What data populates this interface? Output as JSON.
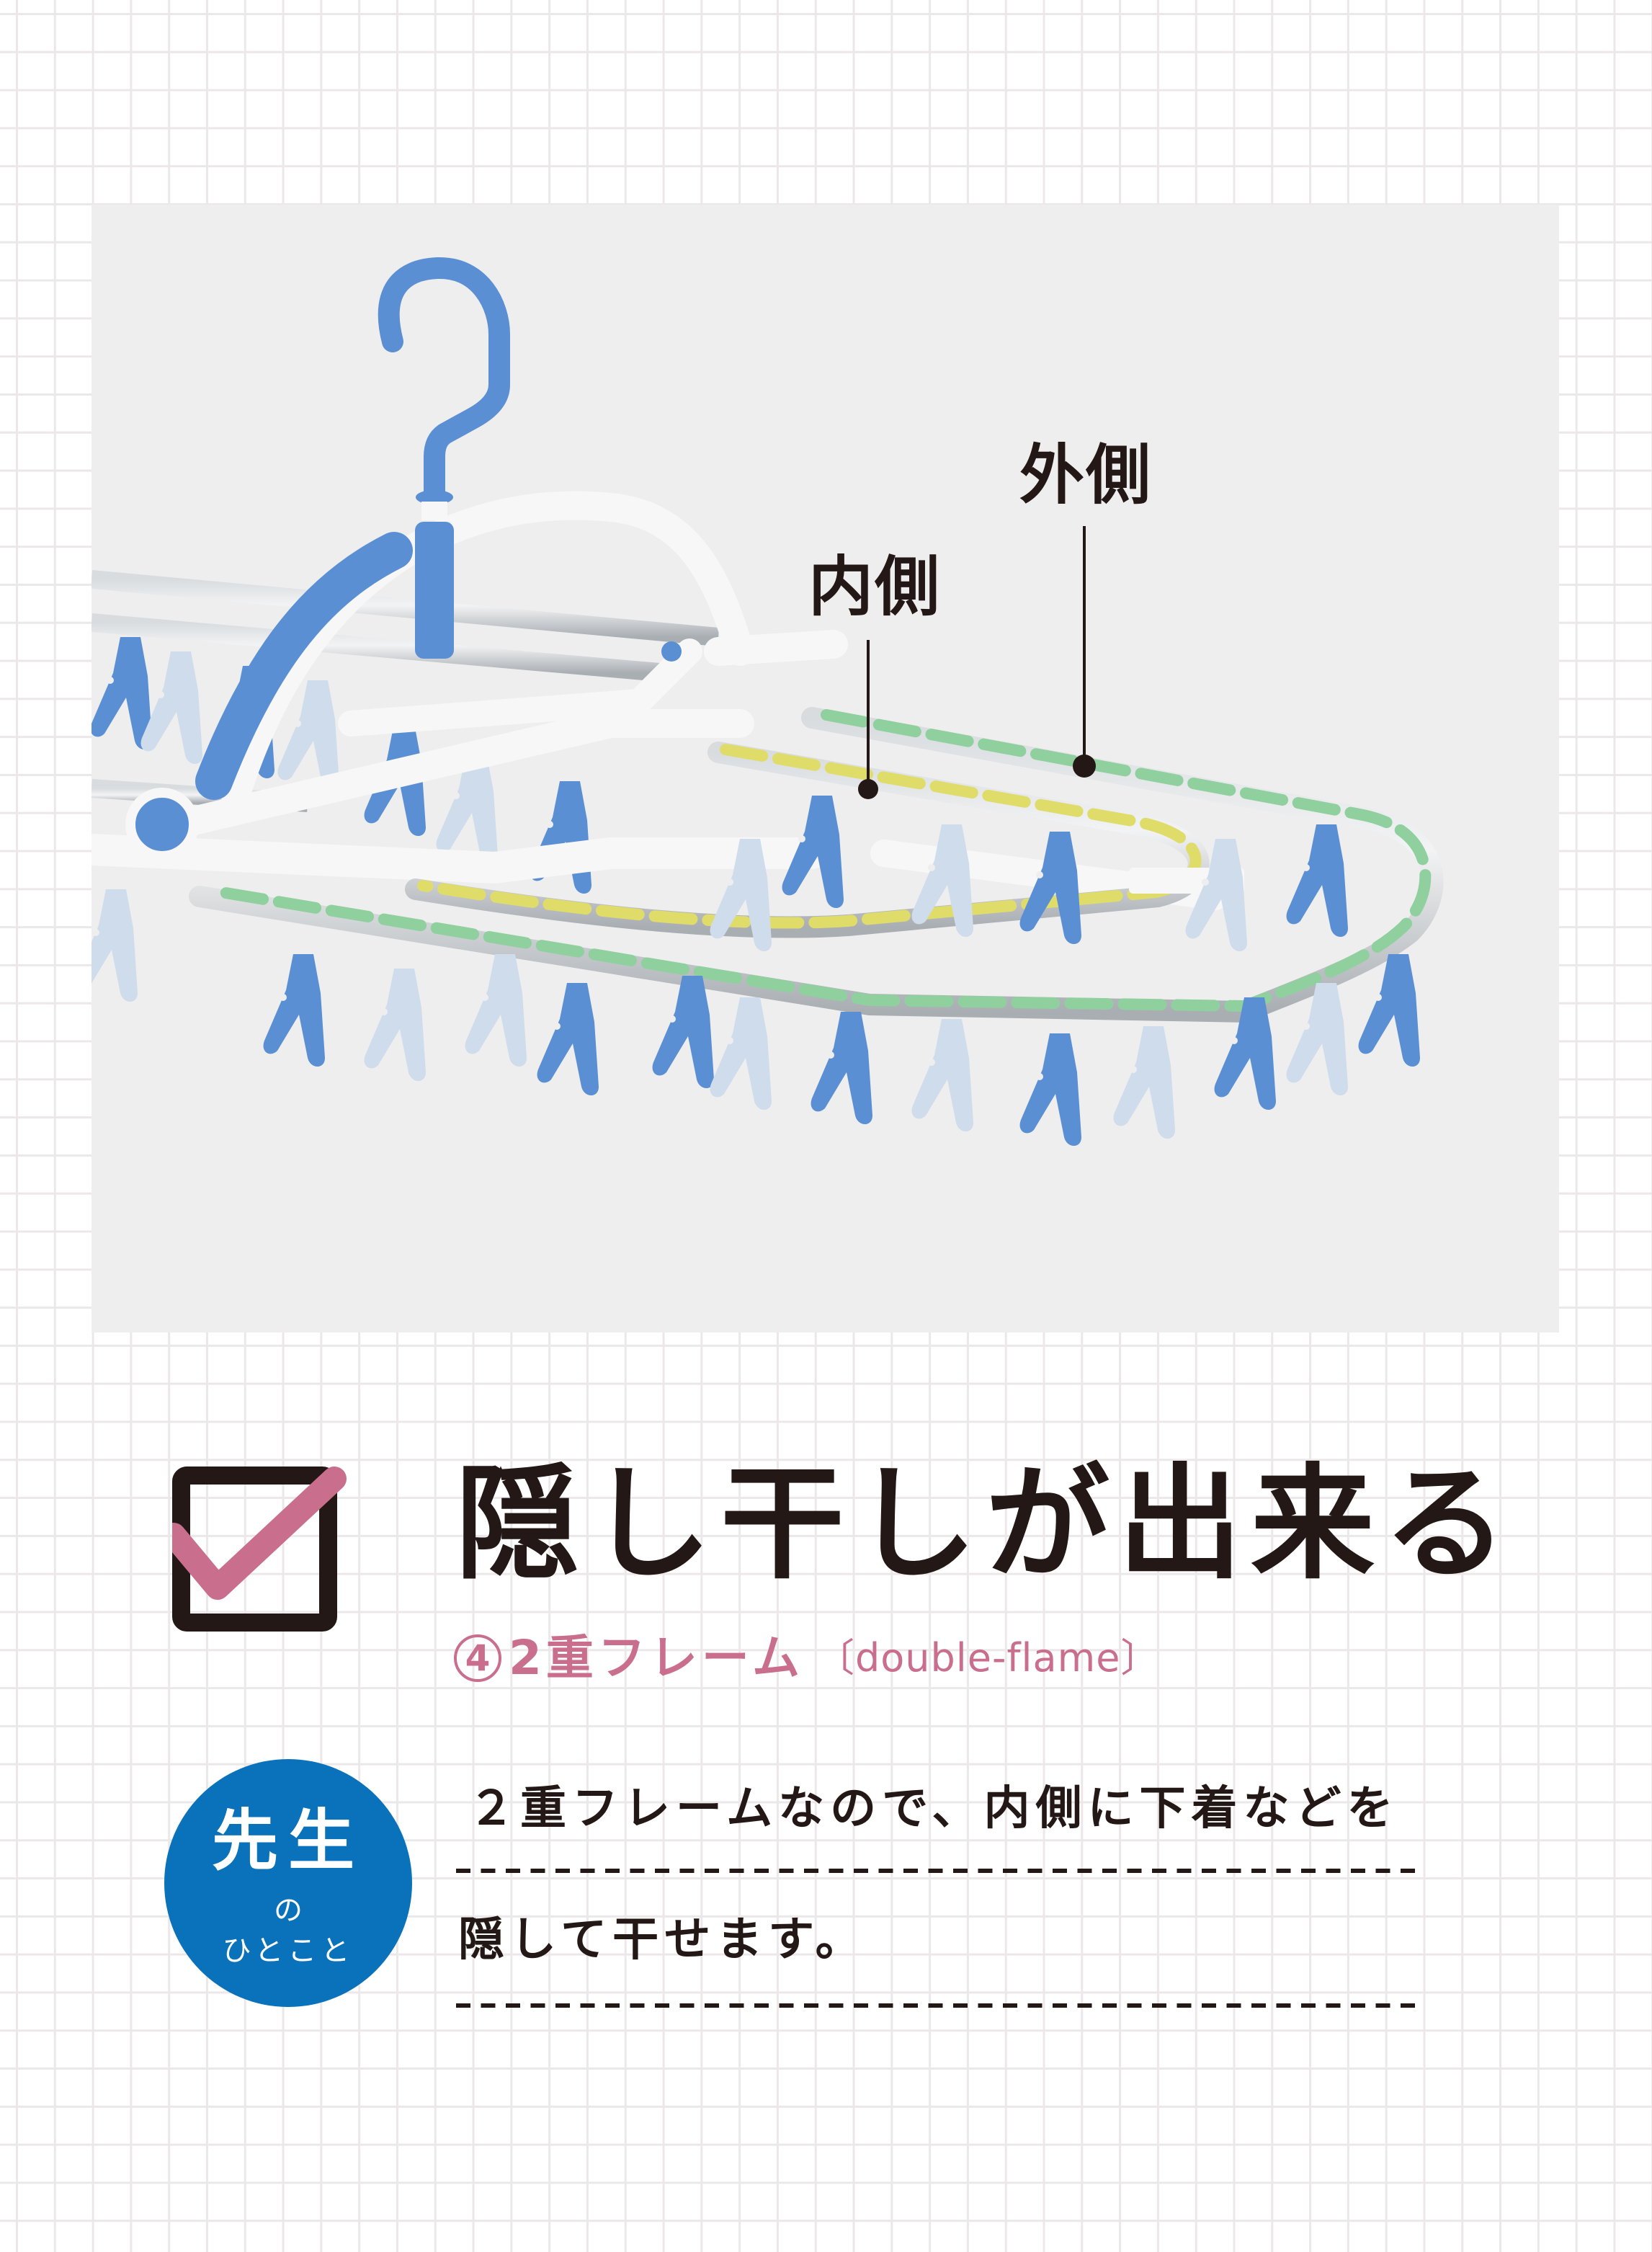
{
  "photo": {
    "background": "#eeeeee",
    "callouts": [
      {
        "id": "outer",
        "label": "外側"
      },
      {
        "id": "inner",
        "label": "内側"
      }
    ],
    "colors": {
      "hanger_blue": "#5b8fd4",
      "clip_light": "#cfdcec",
      "frame_silver": "#c4c8cc",
      "frame_white": "#f7f7f7",
      "outer_marker": "#8fd09e",
      "inner_marker": "#e0dc6a"
    }
  },
  "feature": {
    "check_icon": "checkbox-checked-icon",
    "heading": "隠し干しが出来る",
    "number": "4",
    "subtitle_jp": "2重フレーム",
    "subtitle_en": "〔double-flame〕",
    "accent_color": "#c96e8c"
  },
  "teacher_note": {
    "badge": {
      "line1": "先生",
      "line2": "の",
      "line3": "ひとこと",
      "color": "#0a72bb"
    },
    "lines": [
      "２重フレームなので、内側に下着などを",
      "隠して干せます。"
    ]
  }
}
